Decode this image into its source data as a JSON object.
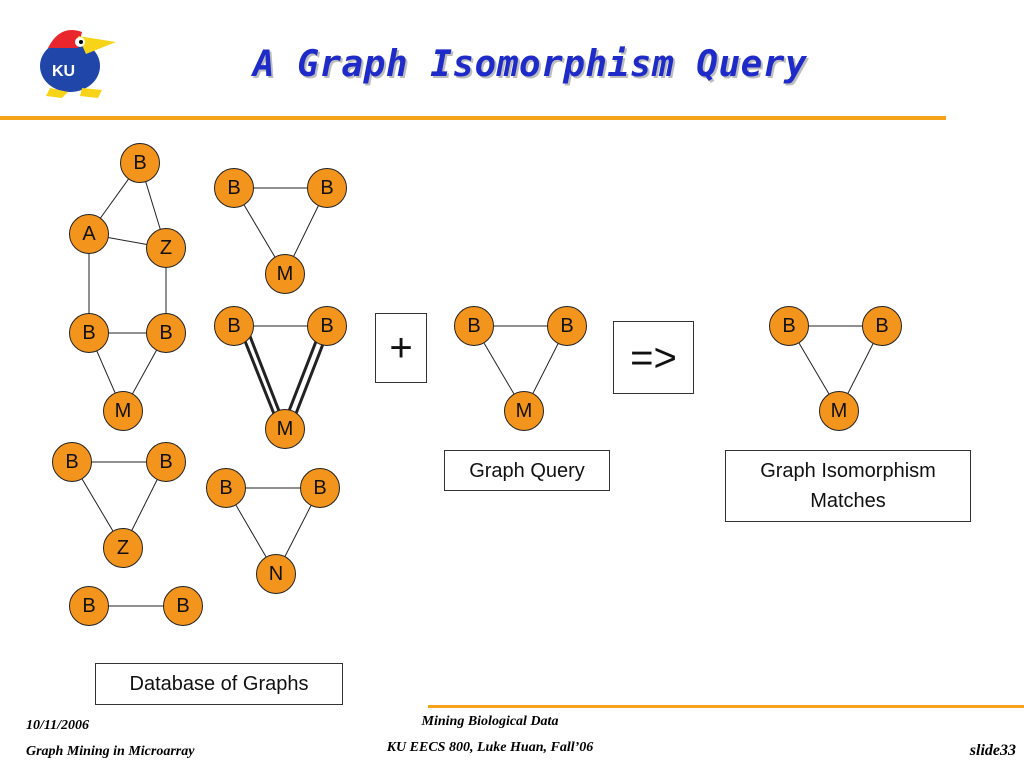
{
  "slide": {
    "title": "A Graph Isomorphism Query"
  },
  "logo": {
    "text": "KU"
  },
  "operators": {
    "plus": "+",
    "implies": "=>"
  },
  "labels": {
    "database": "Database of Graphs",
    "query": "Graph Query",
    "matches_line1": "Graph Isomorphism",
    "matches_line2": "Matches"
  },
  "nodes": {
    "g1": [
      "B",
      "A",
      "Z",
      "B",
      "B",
      "M"
    ],
    "g2": [
      "B",
      "B",
      "M"
    ],
    "g3": [
      "B",
      "B",
      "M"
    ],
    "g4": [
      "B",
      "B",
      "Z"
    ],
    "g5": [
      "B",
      "B",
      "N"
    ],
    "g6": [
      "B",
      "B"
    ],
    "query": [
      "B",
      "B",
      "M"
    ],
    "match": [
      "B",
      "B",
      "M"
    ]
  },
  "footer": {
    "date": "10/11/2006",
    "subtitle": "Graph Mining in Microarray",
    "course_line1": "Mining Biological Data",
    "course_line2": "KU EECS 800, Luke Huan, Fall’06",
    "slide_number": "slide33"
  },
  "colors": {
    "title": "#1f2bc8",
    "accent_rule": "#f7a21b",
    "node_fill": "#f3941d"
  }
}
